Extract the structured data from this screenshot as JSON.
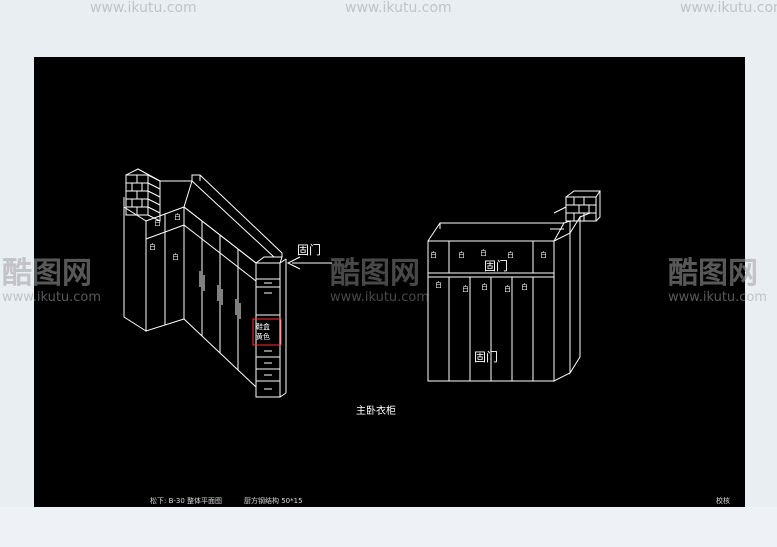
{
  "labels": {
    "door_arrow": "固门",
    "fixed_door_top": "固门",
    "fixed_door_bottom": "固门",
    "box_line1": "鞋盒",
    "box_line2": "黄色",
    "bai": "白",
    "caption": "主卧衣柜"
  },
  "bottom_notes": {
    "note_a": "松下: B-30 整体平面图",
    "note_b": "厨方钢结构 50*15",
    "note_c": "校核"
  },
  "watermark": {
    "brand": "酷图网",
    "url": "www.ikutu.com"
  },
  "colors": {
    "canvas": "#000000",
    "line": "#ffffff",
    "highlight": "#ff3030",
    "surround": "#e9eef3"
  }
}
